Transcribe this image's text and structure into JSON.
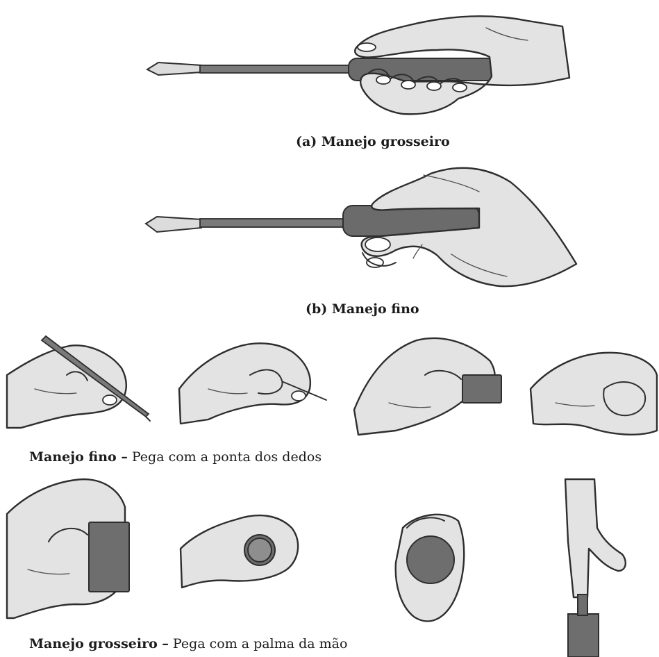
{
  "captions": {
    "a": "(a) Manejo grosseiro",
    "b": "(b) Manejo fino",
    "fine_title": "Manejo fino –",
    "fine_text": " Pega com a ponta dos dedos",
    "coarse_title": "Manejo grosseiro –",
    "coarse_text": " Pega com a palma da mão"
  },
  "colors": {
    "skin": "#e3e3e3",
    "outline": "#2e2e2e",
    "object": "#6e6e6e"
  }
}
